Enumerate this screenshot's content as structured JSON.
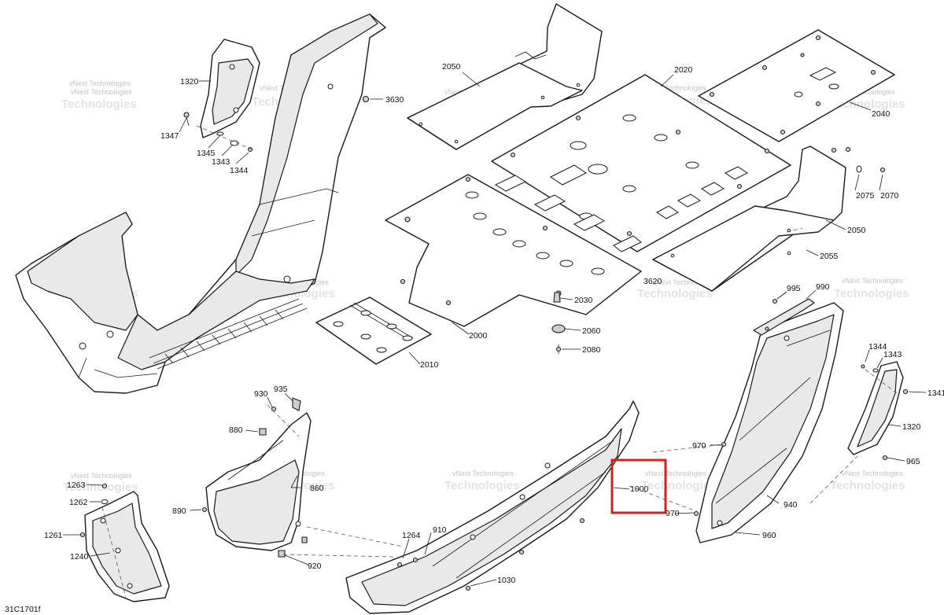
{
  "diagram": {
    "drawing_id": "31C1701f",
    "highlight": {
      "target": "1000",
      "color": "#d42020"
    },
    "watermark": {
      "line1": "vNext Technologies",
      "line2": "Technologies"
    },
    "callouts": [
      "1320",
      "1347",
      "1345",
      "1343",
      "1344",
      "3630",
      "2050",
      "2020",
      "2040",
      "2075",
      "2070",
      "2050",
      "2055",
      "3620",
      "2030",
      "2060",
      "2080",
      "2000",
      "2010",
      "995",
      "990",
      "1344",
      "1343",
      "1341",
      "1320",
      "965",
      "930",
      "935",
      "880",
      "860",
      "890",
      "970",
      "970",
      "940",
      "960",
      "1000",
      "910",
      "1264",
      "920",
      "1030",
      "1263",
      "1262",
      "1261",
      "1240"
    ]
  }
}
